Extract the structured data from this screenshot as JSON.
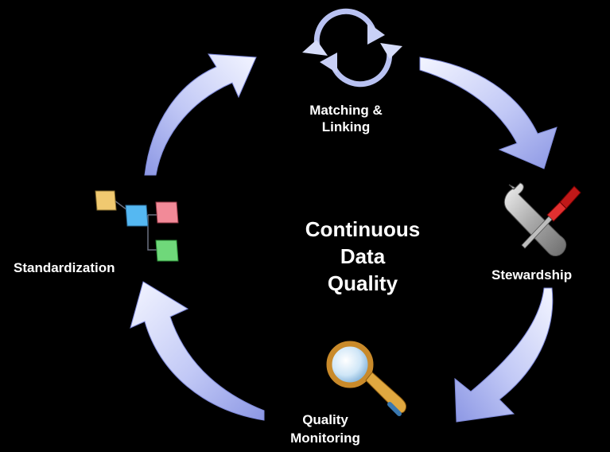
{
  "diagram": {
    "center_title_lines": [
      "Continuous",
      "Data",
      "Quality"
    ],
    "stages": {
      "matching": {
        "lines": [
          "Matching &",
          "Linking"
        ],
        "icon": "circular-arrows-icon"
      },
      "stewardship": {
        "lines": [
          "Stewardship"
        ],
        "icon": "wrench-screwdriver-icon"
      },
      "monitoring": {
        "lines": [
          "Quality",
          "Monitoring"
        ],
        "icon": "magnifying-glass-icon"
      },
      "standardization": {
        "lines": [
          "Standardization"
        ],
        "icon": "org-chart-blocks-icon"
      }
    },
    "colors": {
      "background": "#000000",
      "arrow_light": "#e8ecff",
      "arrow_dark": "#8e99e6",
      "text": "#ffffff"
    }
  }
}
